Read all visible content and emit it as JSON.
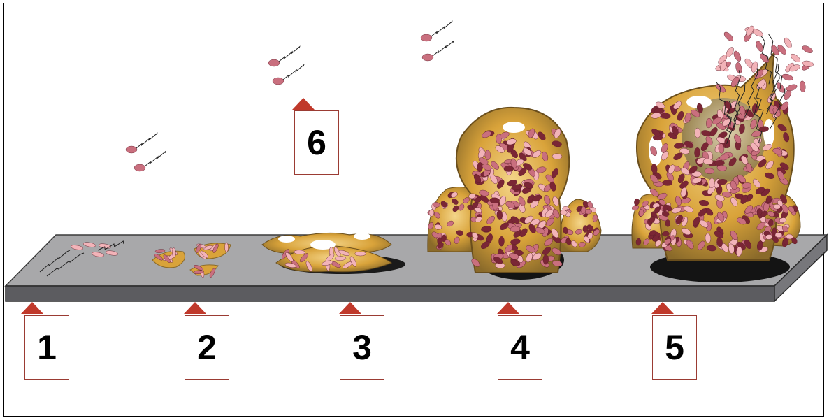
{
  "colors": {
    "substrate_top": "#a8a8aa",
    "substrate_front": "#5c5c60",
    "matrix": "#d9a33a",
    "matrix_light": "#f0c56a",
    "cell_light": "#f2b3b8",
    "cell_mid": "#c96f7e",
    "cell_dark": "#7a2635",
    "marker": "#c0392b",
    "label_border": "#9b3b33"
  },
  "stages": [
    {
      "number": "1"
    },
    {
      "number": "2"
    },
    {
      "number": "3"
    },
    {
      "number": "4"
    },
    {
      "number": "5"
    },
    {
      "number": "6"
    }
  ]
}
